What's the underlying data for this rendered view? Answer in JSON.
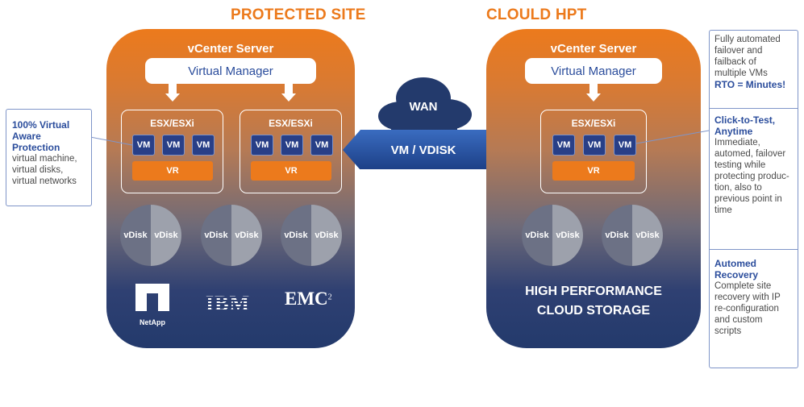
{
  "protected_site": {
    "title": "PROTECTED SITE",
    "vcenter": "vCenter Server",
    "manager": "Virtual Manager",
    "hosts": [
      {
        "label": "ESX/ESXi",
        "vms": [
          "VM",
          "VM",
          "VM"
        ],
        "vr": "VR"
      },
      {
        "label": "ESX/ESXi",
        "vms": [
          "VM",
          "VM",
          "VM"
        ],
        "vr": "VR"
      }
    ],
    "disks": [
      [
        "vDisk",
        "vDisk"
      ],
      [
        "vDisk",
        "vDisk"
      ],
      [
        "vDisk",
        "vDisk"
      ]
    ],
    "vendors": [
      "NetApp",
      "IBM",
      "EMC",
      "2"
    ]
  },
  "cloud_site": {
    "title": "CLOULD HPT",
    "vcenter": "vCenter Server",
    "manager": "Virtual Manager",
    "host": {
      "label": "ESX/ESXi",
      "vms": [
        "VM",
        "VM",
        "VM"
      ],
      "vr": "VR"
    },
    "disks": [
      [
        "vDisk",
        "vDisk"
      ],
      [
        "vDisk",
        "vDisk"
      ]
    ],
    "storage": [
      "HIGH PERFORMANCE",
      "CLOUD STORAGE"
    ]
  },
  "wan": {
    "cloud_label": "WAN",
    "arrow_label": "VM / VDISK"
  },
  "left_callout": {
    "title_lines": [
      "100% Virtual",
      "Aware Protection"
    ],
    "body_lines": [
      "virtual machine,",
      "virtual disks,",
      "virtual networks"
    ]
  },
  "right_callout": {
    "intro_lines": [
      "Fully automated",
      "failover and",
      "failback of",
      "multiple VMs"
    ],
    "rto": "RTO = Minutes!",
    "sec1_title_lines": [
      "Click-to-Test,",
      "Anytime"
    ],
    "sec1_body_lines": [
      "Immediate,",
      "automed, failover",
      "testing while",
      "protecting produc-",
      "tion, also to",
      "previous point in",
      "time"
    ],
    "sec2_title_lines": [
      "Automed",
      "Recovery"
    ],
    "sec2_body_lines": [
      "Complete site",
      "recovery with IP",
      "re-configuration",
      "and custom",
      "scripts"
    ]
  },
  "colors": {
    "orange": "#ec7a1c",
    "navy": "#233a6c",
    "blue": "#2b4d9c"
  }
}
